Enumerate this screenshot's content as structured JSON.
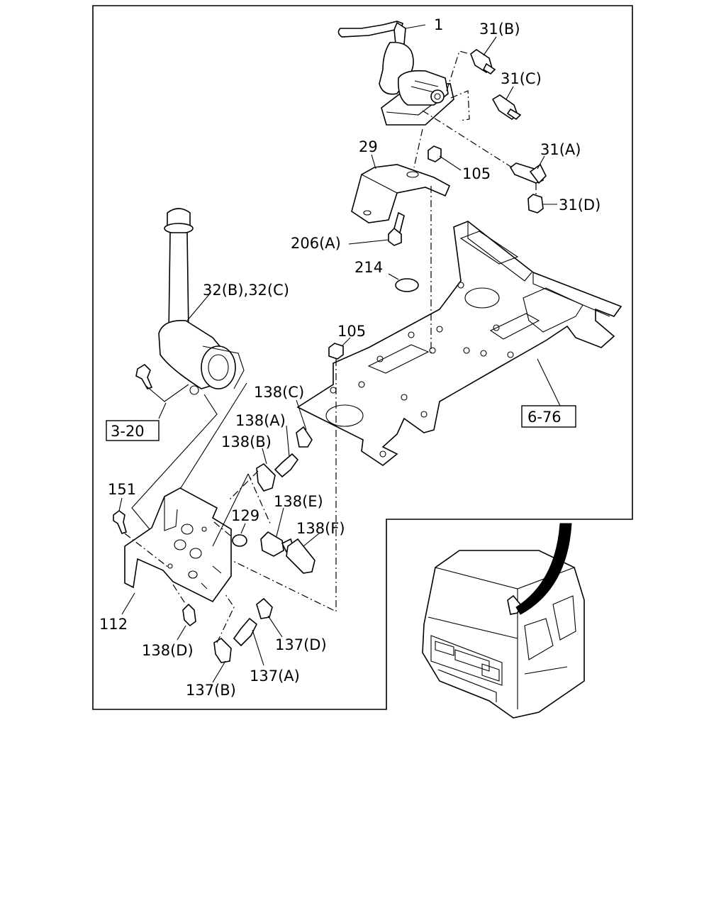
{
  "labels": {
    "p1": "1",
    "p31b": "31(B)",
    "p31c": "31(C)",
    "p31a": "31(A)",
    "p31d": "31(D)",
    "p29": "29",
    "p105a": "105",
    "p105b": "105",
    "p206a": "206(A)",
    "p214": "214",
    "p32bc": "32(B),32(C)",
    "p138c": "138(C)",
    "p138a": "138(A)",
    "p138b": "138(B)",
    "p138e": "138(E)",
    "p138f": "138(F)",
    "p138d": "138(D)",
    "p129": "129",
    "p151": "151",
    "p112": "112",
    "p137d": "137(D)",
    "p137a": "137(A)",
    "p137b": "137(B)",
    "ref320": "3-20",
    "ref676": "6-76"
  }
}
